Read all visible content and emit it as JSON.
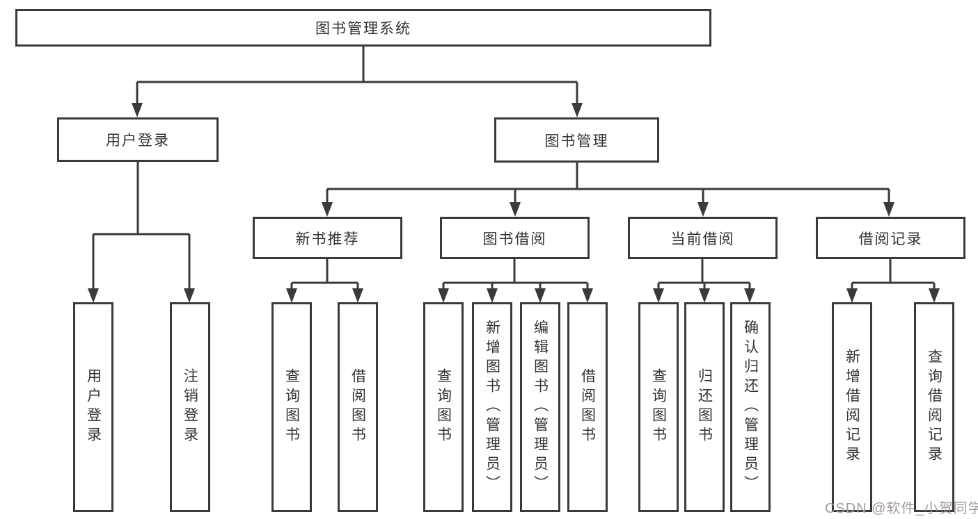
{
  "tree": {
    "root": {
      "label": "图书管理系统",
      "children": [
        {
          "label": "用户登录",
          "children": [
            {
              "label": "用户登录"
            },
            {
              "label": "注销登录"
            }
          ]
        },
        {
          "label": "图书管理",
          "children": [
            {
              "label": "新书推荐",
              "children": [
                {
                  "label": "查询图书"
                },
                {
                  "label": "借阅图书"
                }
              ]
            },
            {
              "label": "图书借阅",
              "children": [
                {
                  "label": "查询图书"
                },
                {
                  "label": "新增图书（管理员）"
                },
                {
                  "label": "编辑图书（管理员）"
                },
                {
                  "label": "借阅图书"
                }
              ]
            },
            {
              "label": "当前借阅",
              "children": [
                {
                  "label": "查询图书"
                },
                {
                  "label": "归还图书"
                },
                {
                  "label": "确认归还（管理员）"
                }
              ]
            },
            {
              "label": "借阅记录",
              "children": [
                {
                  "label": "新增借阅记录"
                },
                {
                  "label": "查询借阅记录"
                }
              ]
            }
          ]
        }
      ]
    }
  },
  "watermark": {
    "text": "CSDN @软件_小贺同学"
  },
  "colors": {
    "line": "#3a3a3a",
    "text": "#333333",
    "watermark": "#a39b9b",
    "background": "#ffffff"
  }
}
